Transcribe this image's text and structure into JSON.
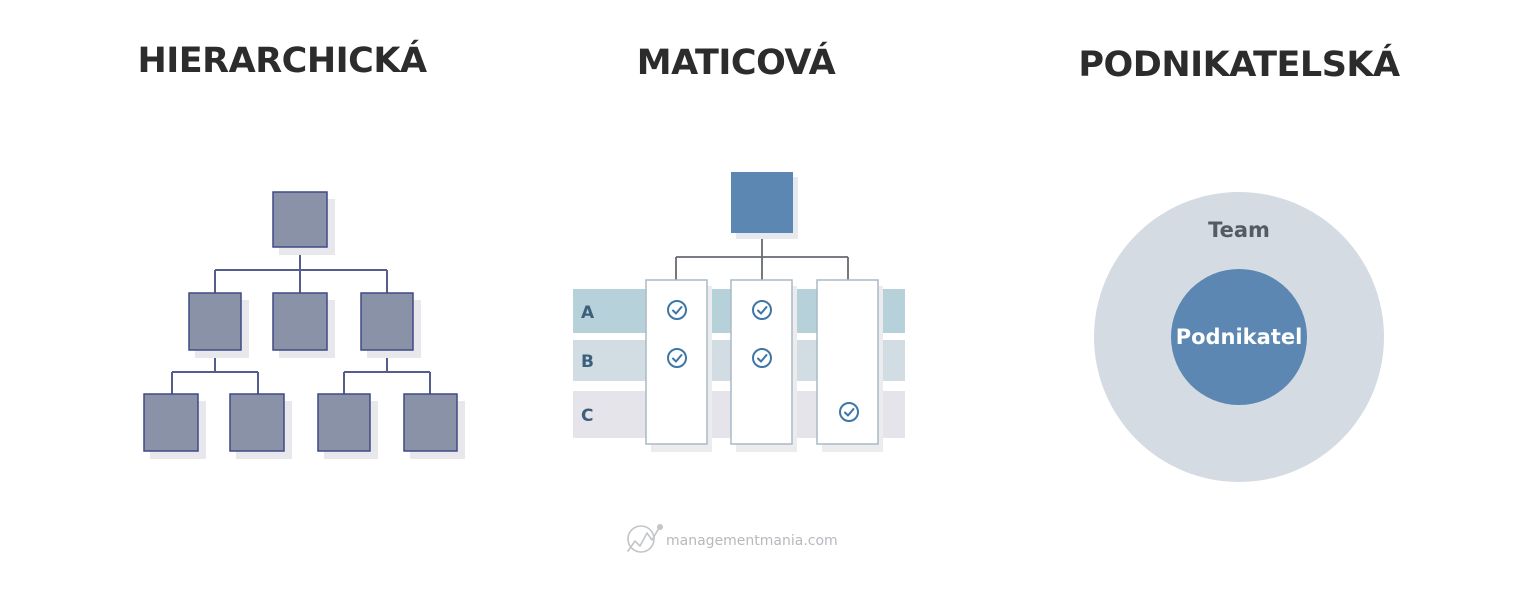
{
  "titles": {
    "hierarchical": "HIERARCHICKÁ",
    "matrix": "MATICOVÁ",
    "entrepreneurial": "PODNIKATELSKÁ"
  },
  "matrix": {
    "rows": [
      "A",
      "B",
      "C"
    ],
    "checks": [
      {
        "row": "A",
        "column": 1
      },
      {
        "row": "A",
        "column": 2
      },
      {
        "row": "B",
        "column": 1
      },
      {
        "row": "B",
        "column": 2
      },
      {
        "row": "C",
        "column": 3
      }
    ]
  },
  "entrepreneurial": {
    "outer_label": "Team",
    "inner_label": "Podnikatel"
  },
  "watermark": {
    "text": "managementmania.com"
  },
  "colors": {
    "hier_box": "#8a92a8",
    "hier_box_border": "#3f4a85",
    "matrix_top": "#5b87b2",
    "outer_circle": "#d4dbe2",
    "inner_circle": "#5b87b2"
  }
}
